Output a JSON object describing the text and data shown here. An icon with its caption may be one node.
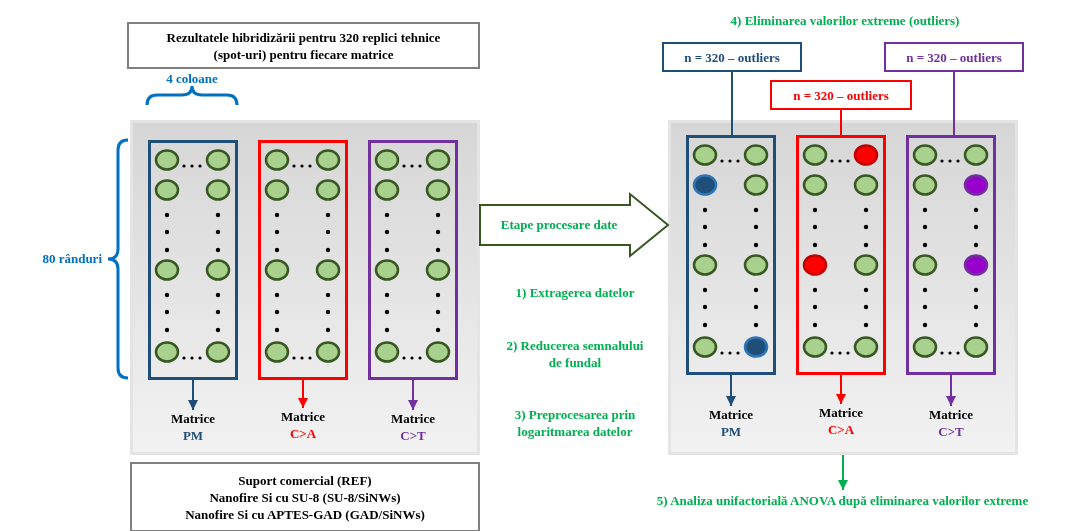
{
  "diagram": {
    "nodes": [
      {
        "text": [
          "Rezultatele hibridizării pentru 320 replici tehnice (spot-uri) pentru fiecare matrice"
        ]
      },
      {
        "text": [],
        "shape": "box"
      },
      {
        "text": [],
        "shape": "box",
        "in": 1
      },
      {
        "text": [
          "Matrice",
          "PM"
        ],
        "in": 1
      },
      {
        "text": [],
        "shape": "box",
        "in": 1
      },
      {
        "text": [
          "Matrice",
          "C>A"
        ],
        "in": 1
      },
      {
        "text": [],
        "shape": "box",
        "in": 1
      },
      {
        "text": [
          "Matrice",
          "C>T"
        ],
        "in": 1
      },
      {
        "text": [
          "Suport comercial (REF)",
          "Nanofire Si cu SU-8 (SU-8/SiNWs)",
          "Nanofire Si cu APTES-GAD (GAD/SiNWs)"
        ]
      },
      {
        "text": [
          "n = 320 – outliers"
        ]
      },
      {
        "text": [
          "n = 320 – outliers"
        ]
      },
      {
        "text": [
          "n = 320 – outliers"
        ]
      },
      {
        "text": [],
        "shape": "box"
      },
      {
        "text": [],
        "shape": "box",
        "in": 12
      },
      {
        "text": [
          "Matrice",
          "PM"
        ],
        "in": 12
      },
      {
        "text": [],
        "shape": "box",
        "in": 12
      },
      {
        "text": [
          "Matrice",
          "C>A"
        ],
        "in": 12
      },
      {
        "text": [],
        "shape": "box",
        "in": 12
      },
      {
        "text": [
          "Matrice",
          "C>T"
        ],
        "in": 12
      },
      {
        "text": [
          "5) Analiza unifactorială ANOVA după eliminarea valorilor extreme"
        ]
      }
    ],
    "edges": [
      {
        "from": 1,
        "to": 12,
        "arrow": "to",
        "label": "Etape procesare date",
        "color": "#385723"
      },
      {
        "from": 2,
        "to": 3,
        "arrow": "to",
        "color": "#1f4e79"
      },
      {
        "from": 4,
        "to": 5,
        "arrow": "to",
        "color": "#ff0000"
      },
      {
        "from": 6,
        "to": 7,
        "arrow": "to",
        "color": "#7030a0"
      },
      {
        "from": 9,
        "to": 13,
        "arrow": "none",
        "color": "#1f4e79"
      },
      {
        "from": 10,
        "to": 15,
        "arrow": "none",
        "color": "#ff0000"
      },
      {
        "from": 11,
        "to": 17,
        "arrow": "none",
        "color": "#7030a0"
      },
      {
        "from": 13,
        "to": 14,
        "arrow": "to",
        "color": "#1f4e79"
      },
      {
        "from": 15,
        "to": 16,
        "arrow": "to",
        "color": "#ff0000"
      },
      {
        "from": 17,
        "to": 18,
        "arrow": "to",
        "color": "#7030a0"
      },
      {
        "from": 12,
        "to": 19,
        "arrow": "to",
        "color": "#00b050"
      }
    ],
    "labels": [
      "4) Eliminarea valorilor extreme (outliers)",
      "4 coloane",
      "80 rânduri",
      "1) Extragerea datelor",
      "2) Reducerea semnalului de fundal",
      "3) Preprocesarea prin logaritmarea datelor"
    ]
  }
}
